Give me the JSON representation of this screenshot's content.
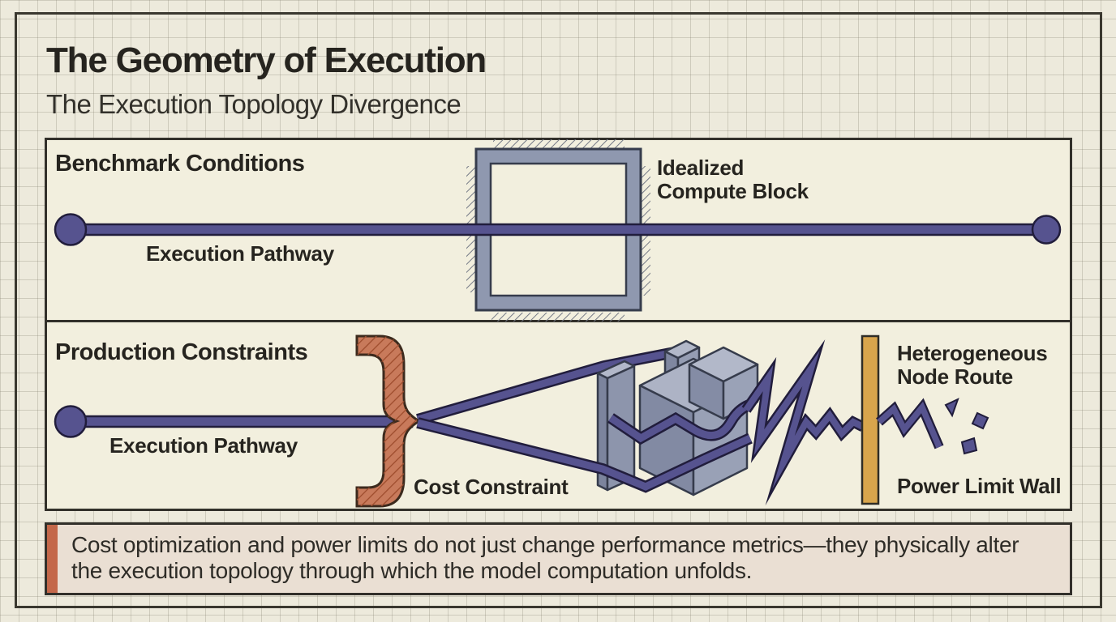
{
  "header": {
    "title": "The Geometry of Execution",
    "subtitle": "The Execution Topology Divergence"
  },
  "benchmark": {
    "heading": "Benchmark Conditions",
    "pathway_label": "Execution Pathway",
    "block_label_line1": "Idealized",
    "block_label_line2": "Compute Block"
  },
  "production": {
    "heading": "Production Constraints",
    "pathway_label": "Execution Pathway",
    "cost_label": "Cost Constraint",
    "route_label_line1": "Heterogeneous",
    "route_label_line2": "Node Route",
    "wall_label": "Power Limit Wall"
  },
  "callout": {
    "text": "Cost optimization and power limits do not just change performance metrics—they physically alter the execution topology through which the model computation unfolds."
  },
  "colors": {
    "pathway_purple": "#56538f",
    "pathway_outline": "#211d3c",
    "block_steel": "#8f98af",
    "constraint_orange": "#c87a5b",
    "constraint_hatch": "#9e4c2d",
    "wall_gold": "#d8a54c",
    "callout_bg": "#eadfd3",
    "callout_accent": "#c4684a",
    "panel_bg": "#f2efde",
    "paper_bg": "#edeadc"
  }
}
